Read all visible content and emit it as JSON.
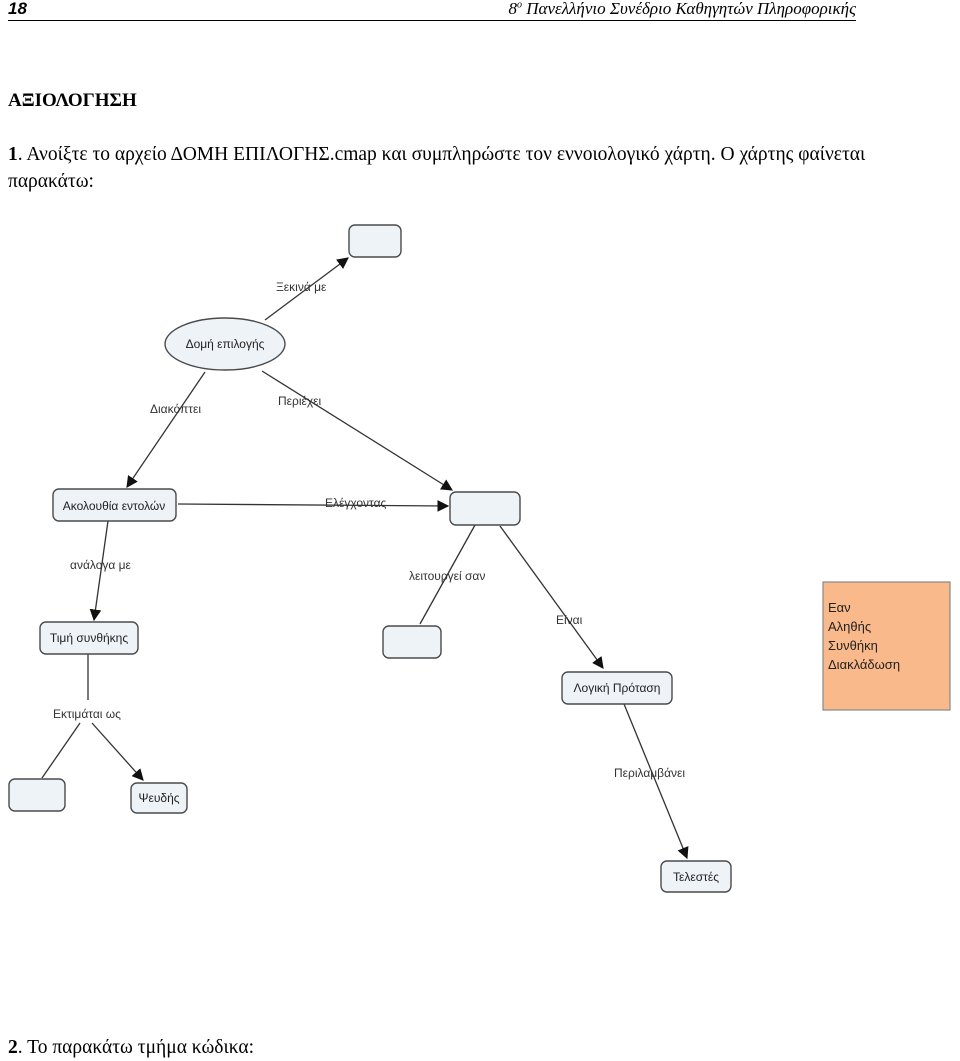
{
  "header": {
    "page_number": "18",
    "ordinal": "8",
    "ordinal_sup": "ο",
    "title": "Πανελλήνιο Συνέδριο Καθηγητών Πληροφορικής"
  },
  "section_title": "ΑΞΙΟΛΟΓΗΣΗ",
  "question1": {
    "number": "1",
    "text": ". Ανοίξτε το αρχείο ΔΟΜΗ ΕΠΙΛΟΓΗΣ.cmap και συμπληρώστε τον εννοιολογικό χάρτη. Ο χάρτης φαίνεται παρακάτω:"
  },
  "concept_map": {
    "nodes": {
      "empty_top": "",
      "domi_epilogis": "Δομή επιλογής",
      "akolouthia_entolon": "Ακολουθία εντολών",
      "empty_center": "",
      "empty_mid": "",
      "timi_synthikis": "Τιμή συνθήκης",
      "logiki_protasi": "Λογική Πρόταση",
      "empty_bottom_left": "",
      "psevdis": "Ψευδής",
      "telestes": "Τελεστές"
    },
    "links": {
      "ksekina_me": "Ξεκινά με",
      "diakoptei": "Διακόπτει",
      "periexei": "Περιέχει",
      "elegxontas": "Ελέγχοντας",
      "analoga_me": "ανάλογα με",
      "leitourgei_san": "λειτουργεί σαν",
      "einai": "Είναι",
      "ektimatai_os": "Εκτιμάται ως",
      "perilamvanei": "Περιλαμβάνει"
    },
    "word_bank": [
      "Εαν",
      "Αληθής",
      "Συνθήκη",
      "Διακλάδωση"
    ],
    "colors": {
      "word_bank_fill": "#f9b98a",
      "node_fill": "#eef3f8"
    }
  },
  "question2": {
    "number": "2",
    "text": ". Το παρακάτω τμήμα κώδικα:"
  }
}
